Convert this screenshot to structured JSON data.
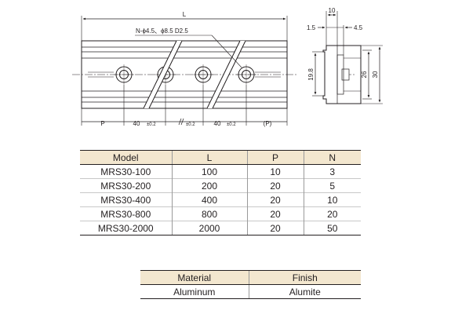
{
  "drawing": {
    "front_view": {
      "dim_L": "L",
      "hole_note": "N-ϕ4.5、ϕ8.5 D2.5",
      "dim_P": "P",
      "dim_40": "40",
      "tol": "±0.2",
      "dim_P_paren": "(P)"
    },
    "side_view": {
      "dim_10": "10",
      "dim_1_5": "1.5",
      "dim_4_5": "4.5",
      "dim_19_8": "19.8",
      "dim_26": "26",
      "dim_30": "30"
    }
  },
  "model_table": {
    "headers": [
      "Model",
      "L",
      "P",
      "N"
    ],
    "rows": [
      [
        "MRS30-100",
        "100",
        "10",
        "3"
      ],
      [
        "MRS30-200",
        "200",
        "20",
        "5"
      ],
      [
        "MRS30-400",
        "400",
        "20",
        "10"
      ],
      [
        "MRS30-800",
        "800",
        "20",
        "20"
      ],
      [
        "MRS30-2000",
        "2000",
        "20",
        "50"
      ]
    ]
  },
  "material_table": {
    "headers": [
      "Material",
      "Finish"
    ],
    "rows": [
      [
        "Aluminum",
        "Alumite"
      ]
    ]
  },
  "colors": {
    "line": "#231f20",
    "header_fill": "#f3e7cf"
  }
}
